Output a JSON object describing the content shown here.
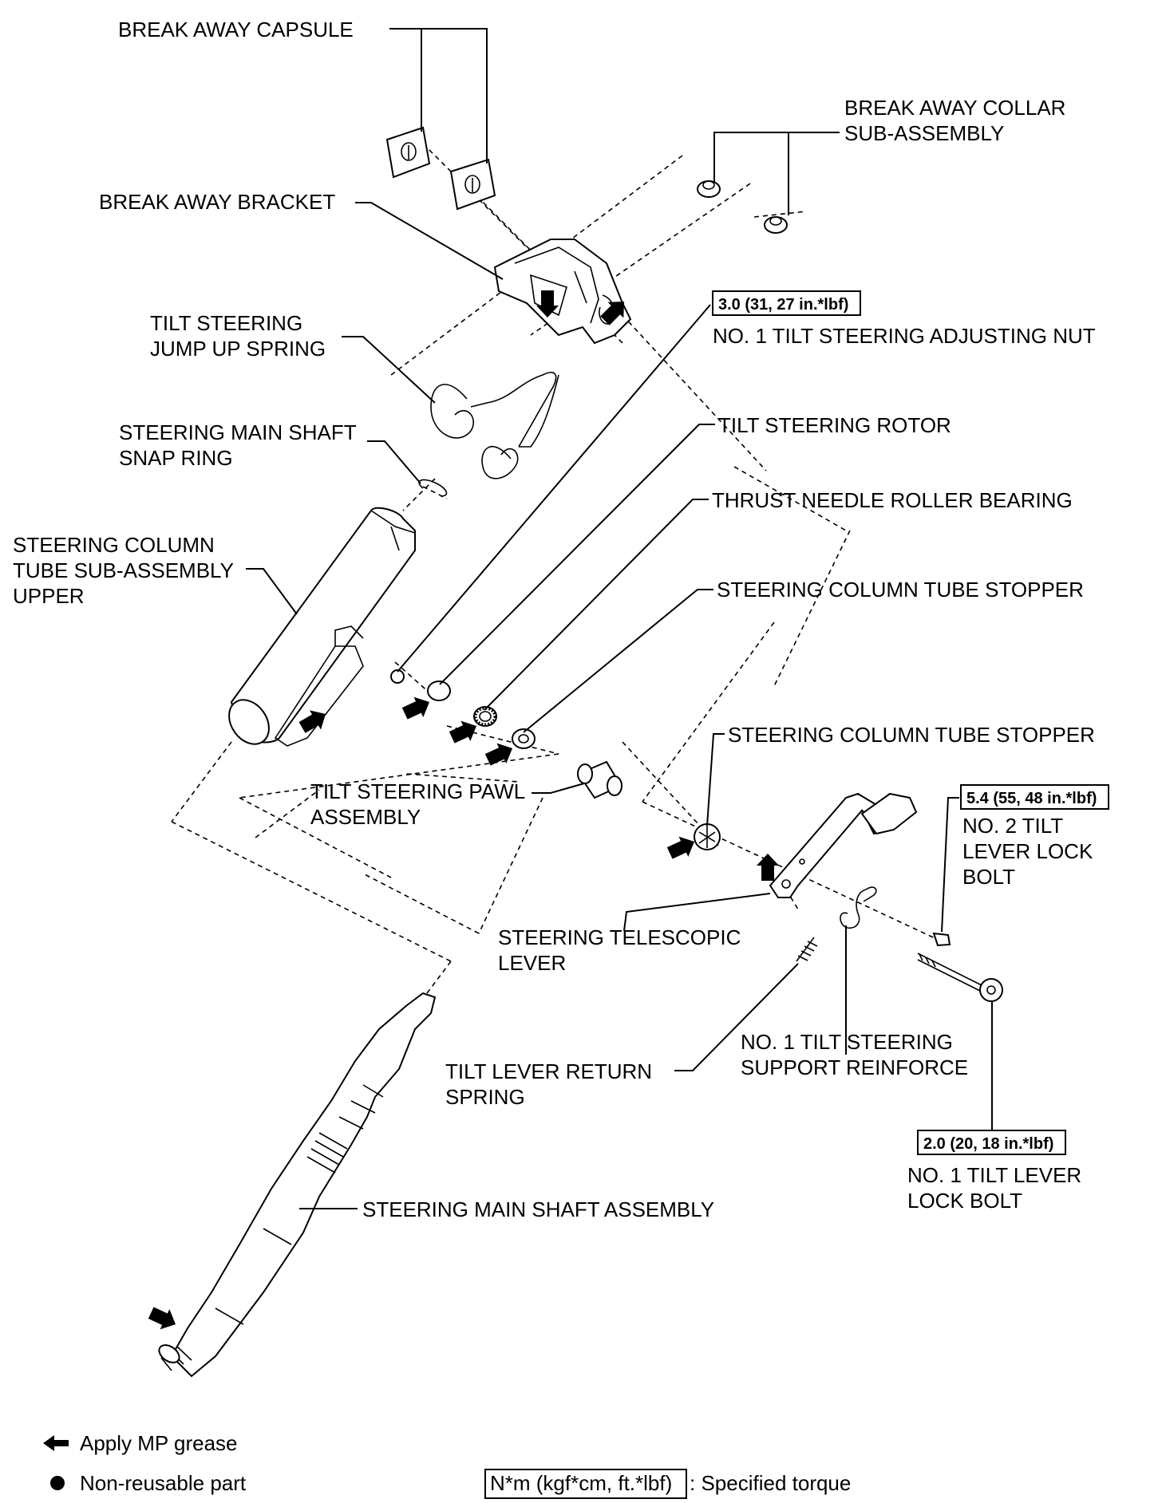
{
  "labels": {
    "break_away_capsule": "BREAK AWAY CAPSULE",
    "break_away_collar_1": "BREAK AWAY COLLAR",
    "break_away_collar_2": "SUB-ASSEMBLY",
    "break_away_bracket": "BREAK AWAY BRACKET",
    "tilt_jump_spring_1": "TILT STEERING",
    "tilt_jump_spring_2": "JUMP UP SPRING",
    "adjusting_nut": "NO. 1 TILT STEERING ADJUSTING NUT",
    "snap_ring_1": "STEERING MAIN SHAFT",
    "snap_ring_2": "SNAP RING",
    "tilt_rotor": "TILT STEERING ROTOR",
    "thrust_bearing": "THRUST NEEDLE ROLLER BEARING",
    "column_tube_1": "STEERING COLUMN",
    "column_tube_2": "TUBE SUB-ASSEMBLY",
    "column_tube_3": "UPPER",
    "tube_stopper_upper": "STEERING COLUMN TUBE STOPPER",
    "tube_stopper_lower": "STEERING COLUMN TUBE STOPPER",
    "pawl_1": "TILT STEERING PAWL",
    "pawl_2": "ASSEMBLY",
    "no2_bolt_1": "NO. 2 TILT",
    "no2_bolt_2": "LEVER LOCK",
    "no2_bolt_3": "BOLT",
    "telescopic_1": "STEERING TELESCOPIC",
    "telescopic_2": "LEVER",
    "reinforce_1": "NO. 1 TILT STEERING",
    "reinforce_2": "SUPPORT REINFORCE",
    "return_spring_1": "TILT LEVER RETURN",
    "return_spring_2": "SPRING",
    "no1_bolt_1": "NO. 1 TILT LEVER",
    "no1_bolt_2": "LOCK BOLT",
    "main_shaft": "STEERING MAIN SHAFT ASSEMBLY"
  },
  "torques": {
    "adjusting_nut": "3.0 (31, 27 in.*lbf)",
    "no2_bolt": "5.4 (55, 48 in.*lbf)",
    "no1_bolt": "2.0 (20, 18 in.*lbf)"
  },
  "legend": {
    "grease": "Apply MP grease",
    "non_reusable": "Non-reusable part",
    "torque_box": "N*m (kgf*cm, ft.*lbf)",
    "torque_text": ": Specified torque"
  }
}
